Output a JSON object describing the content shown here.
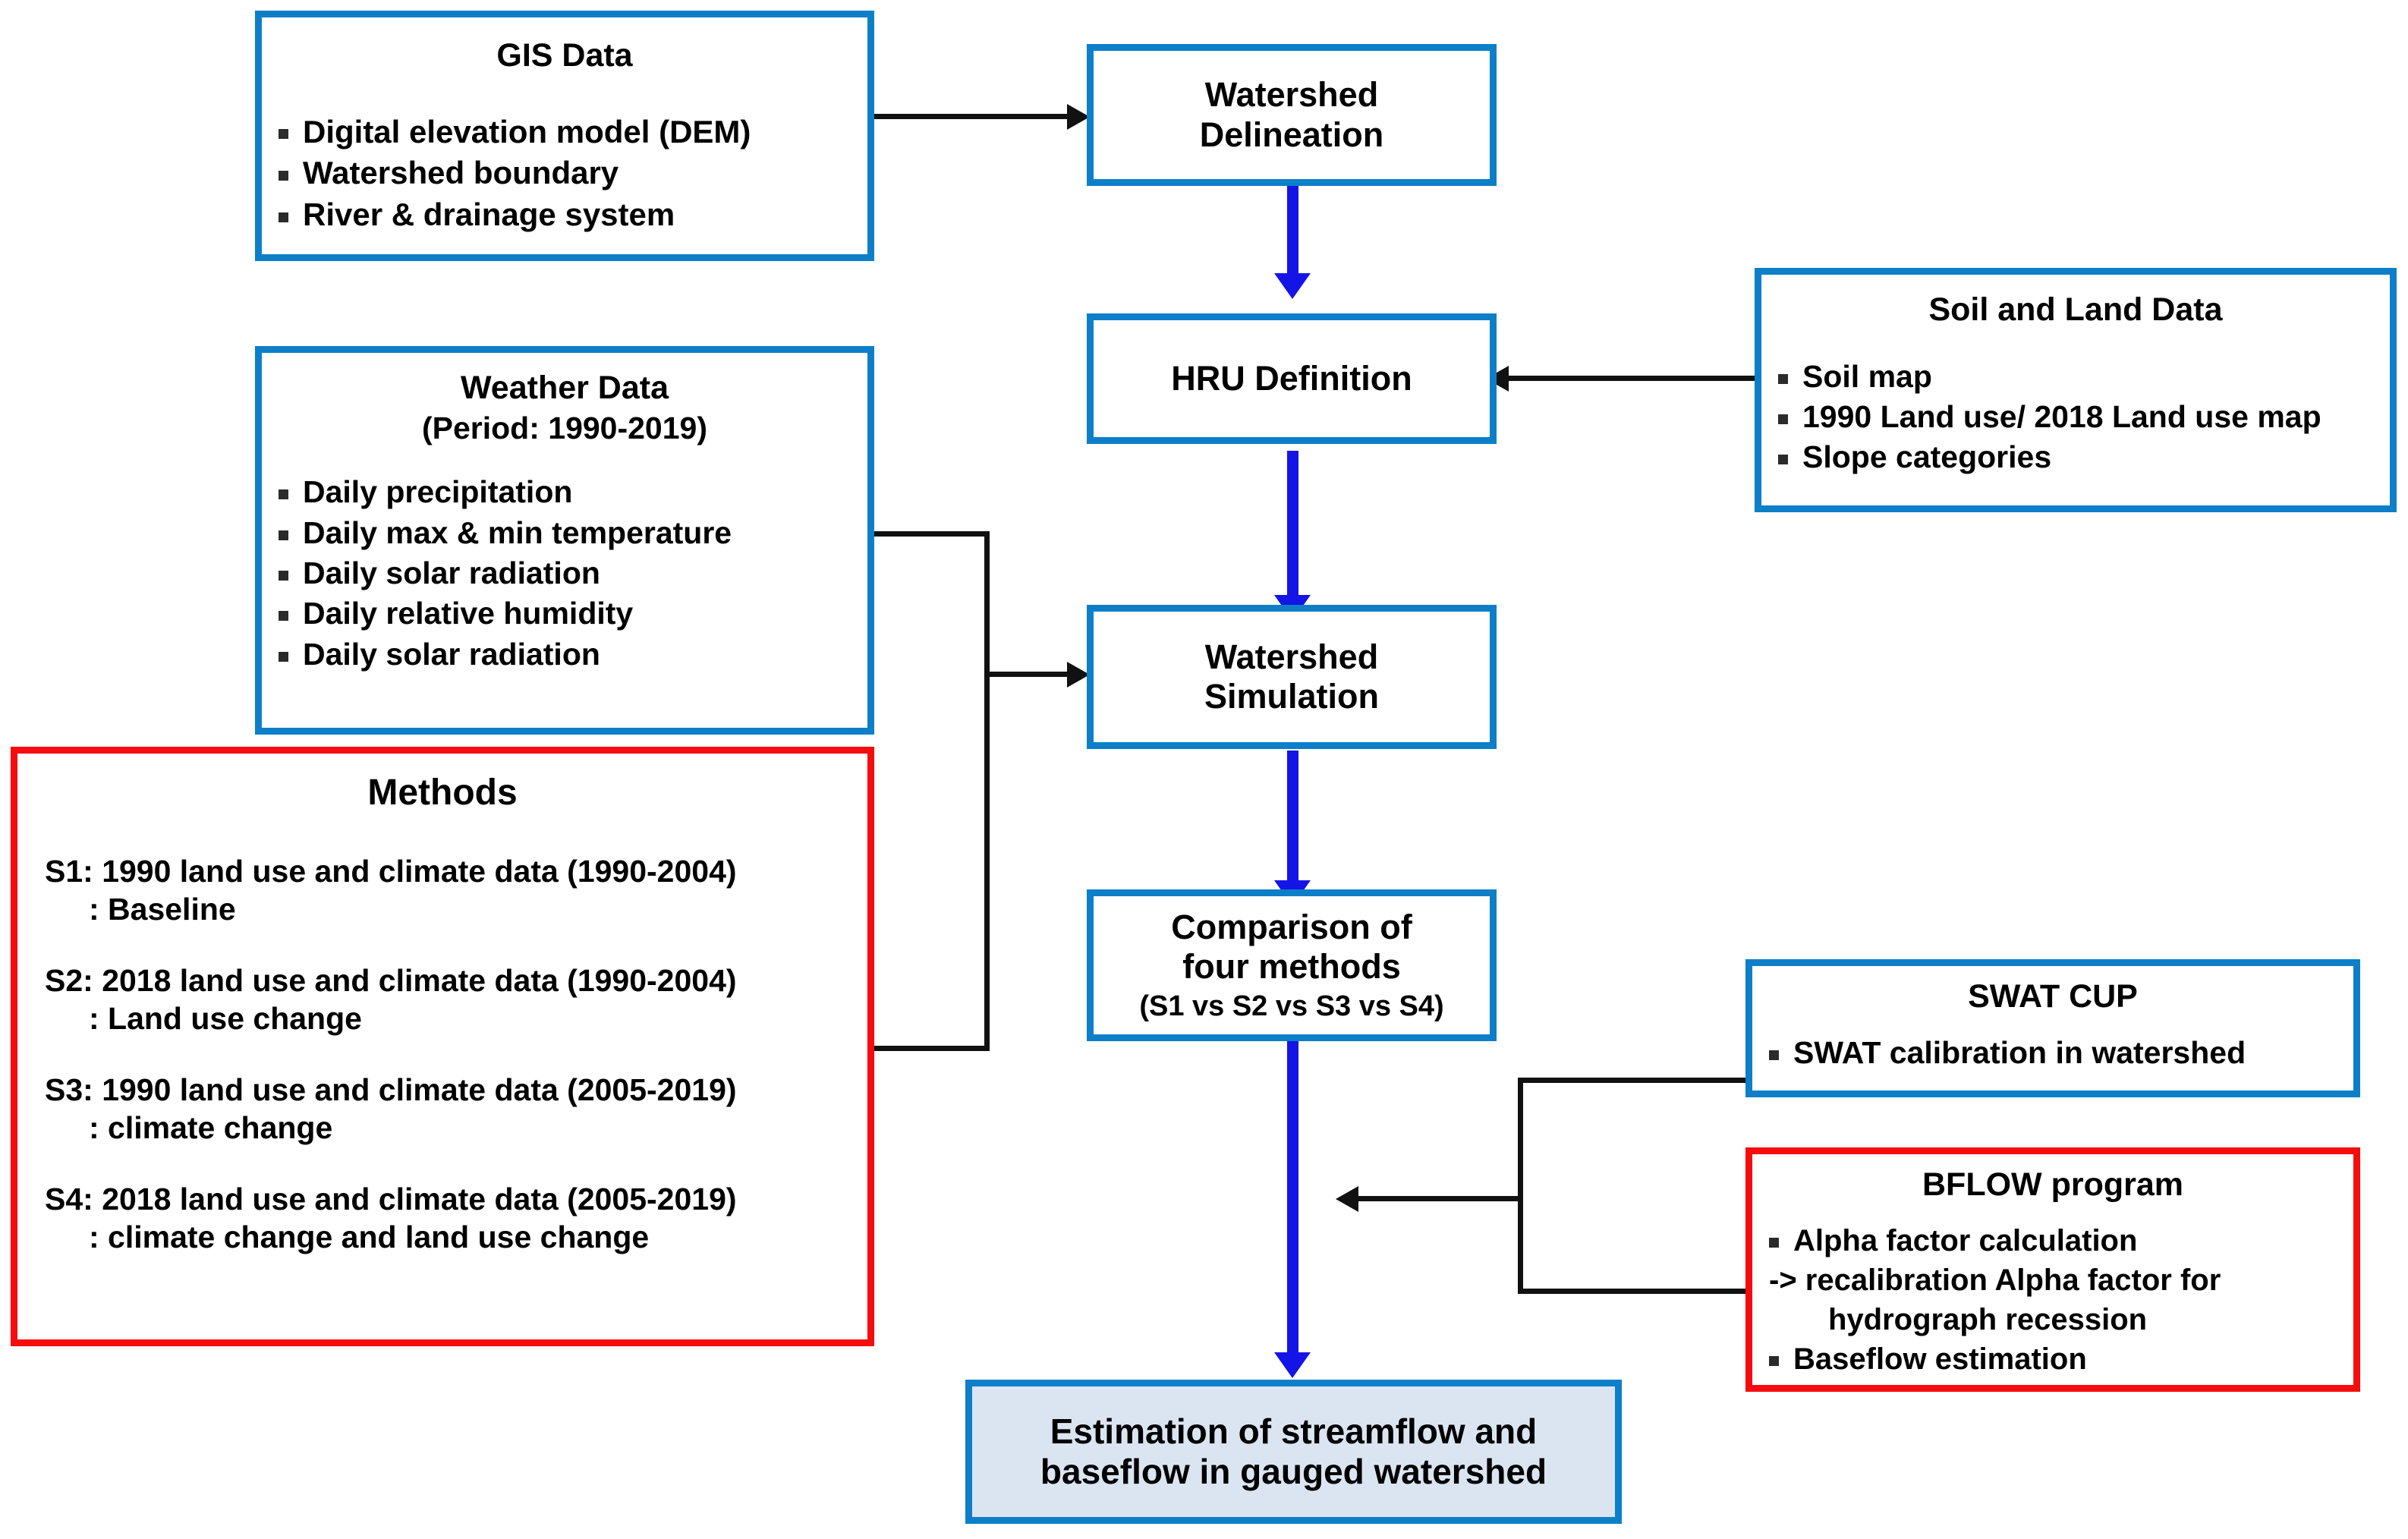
{
  "diagram": {
    "title": "SWAT watershed modelling methodology flowchart",
    "colors": {
      "box_blue": "#0d7fc9",
      "box_red": "#f60c0c",
      "arrow_blue": "#1414e6",
      "arrow_black": "#111111",
      "result_fill": "#dbe5f2"
    }
  },
  "gis_data": {
    "title": "GIS Data",
    "items": [
      "Digital elevation model (DEM)",
      "Watershed boundary",
      "River & drainage system"
    ]
  },
  "weather_data": {
    "title": "Weather Data",
    "subtitle": "(Period: 1990-2019)",
    "items": [
      "Daily precipitation",
      "Daily max & min temperature",
      "Daily solar radiation",
      "Daily relative humidity",
      "Daily solar radiation"
    ]
  },
  "methods": {
    "title": "Methods",
    "entries": [
      {
        "line1": "S1: 1990  land use and climate data (1990-2004)",
        "line2": ": Baseline"
      },
      {
        "line1": "S2: 2018  land use and climate data (1990-2004)",
        "line2": ": Land use change"
      },
      {
        "line1": "S3: 1990  land use and climate data (2005-2019)",
        "line2": ": climate change"
      },
      {
        "line1": "S4: 2018  land use and climate data (2005-2019)",
        "line2": ": climate change and land use change"
      }
    ]
  },
  "soil_land_data": {
    "title": "Soil and Land Data",
    "items": [
      "Soil map",
      "1990 Land use/ 2018 Land use map",
      "Slope categories"
    ]
  },
  "swat_cup": {
    "title": "SWAT CUP",
    "items": [
      "SWAT calibration in  watershed"
    ]
  },
  "bflow": {
    "title": "BFLOW program",
    "items": [
      "Alpha factor calculation",
      "-> recalibration Alpha factor for",
      "hydrograph recession",
      "Baseflow estimation"
    ]
  },
  "steps": {
    "watershed_delineation": "Watershed\nDelineation",
    "hru_definition": "HRU Definition",
    "watershed_simulation": "Watershed\nSimulation",
    "comparison_title": "Comparison of\nfour methods",
    "comparison_sub": "(S1 vs S2 vs S3 vs S4)",
    "result": "Estimation of streamflow and\nbaseflow in gauged watershed"
  }
}
